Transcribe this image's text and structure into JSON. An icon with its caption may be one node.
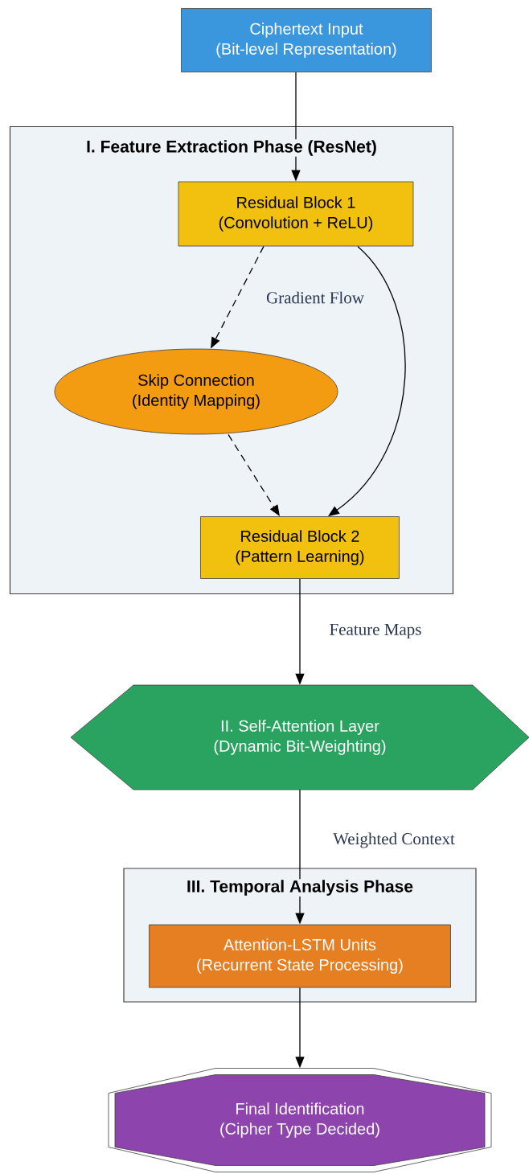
{
  "diagram": {
    "nodes": [
      {
        "text": [
          "Ciphertext Input",
          "(Bit-level Representation)"
        ]
      },
      {
        "text": [
          "I. Feature Extraction Phase (ResNet)"
        ]
      },
      {
        "text": [
          "Residual Block 1",
          "(Convolution + ReLU)"
        ],
        "in": 1
      },
      {
        "text": [
          "Skip Connection",
          "(Identity Mapping)"
        ],
        "in": 1
      },
      {
        "text": [
          "Residual Block 2",
          "(Pattern Learning)"
        ],
        "in": 1
      },
      {
        "text": [
          "II. Self-Attention Layer",
          "(Dynamic Bit-Weighting)"
        ]
      },
      {
        "text": [
          "III. Temporal Analysis Phase"
        ]
      },
      {
        "text": [
          "Attention-LSTM Units",
          "(Recurrent State Processing)"
        ],
        "in": 6
      },
      {
        "text": [
          "Final Identification",
          "(Cipher Type Decided)"
        ]
      }
    ],
    "edges": [
      {
        "from": 0,
        "to": 2,
        "arrow": "to"
      },
      {
        "from": 2,
        "to": 3,
        "arrow": "to",
        "style": "dashed",
        "label": "Gradient Flow"
      },
      {
        "from": 3,
        "to": 4,
        "arrow": "to",
        "style": "dashed"
      },
      {
        "from": 2,
        "to": 4,
        "arrow": "to"
      },
      {
        "from": 4,
        "to": 5,
        "arrow": "to",
        "label": "Feature Maps"
      },
      {
        "from": 5,
        "to": 7,
        "arrow": "to",
        "label": "Weighted Context"
      },
      {
        "from": 7,
        "to": 8,
        "arrow": "to"
      }
    ]
  }
}
